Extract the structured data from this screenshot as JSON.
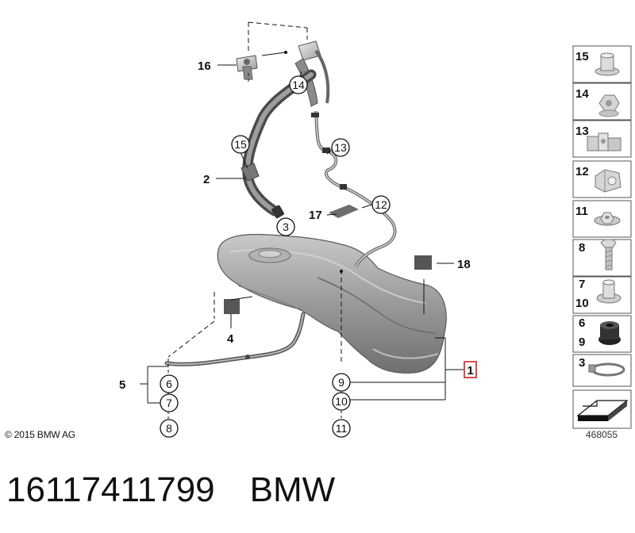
{
  "copyright": "© 2015 BMW AG",
  "diagram_id": "468055",
  "caption": {
    "part_number": "16117411799",
    "brand": "BMW"
  },
  "callouts": {
    "c1": "1",
    "c2": "2",
    "c3": "3",
    "c4": "4",
    "c5": "5",
    "c6": "6",
    "c7": "7",
    "c8": "8",
    "c9": "9",
    "c10": "10",
    "c11": "11",
    "c12": "12",
    "c13": "13",
    "c14": "14",
    "c15": "15",
    "c16": "16",
    "c17": "17",
    "c18": "18"
  },
  "legend": [
    {
      "labels": [
        "15"
      ],
      "icon": "flange-nut-icon"
    },
    {
      "labels": [
        "14"
      ],
      "icon": "nut-icon"
    },
    {
      "labels": [
        "13"
      ],
      "icon": "pipe-clip-icon"
    },
    {
      "labels": [
        "12"
      ],
      "icon": "clamp-clip-icon"
    },
    {
      "labels": [
        "11"
      ],
      "icon": "washer-nut-icon"
    },
    {
      "labels": [
        "8"
      ],
      "icon": "hex-bolt-icon"
    },
    {
      "labels": [
        "7",
        "10"
      ],
      "icon": "spacer-nut-icon"
    },
    {
      "labels": [
        "6",
        "9"
      ],
      "icon": "rubber-grommet-icon"
    },
    {
      "labels": [
        "3"
      ],
      "icon": "hose-clamp-icon"
    },
    {
      "labels": [],
      "icon": "insulation-mat-icon"
    }
  ],
  "colors": {
    "highlight_box": "#cc2222",
    "line": "#111111",
    "tank": "#8d8d8d"
  }
}
